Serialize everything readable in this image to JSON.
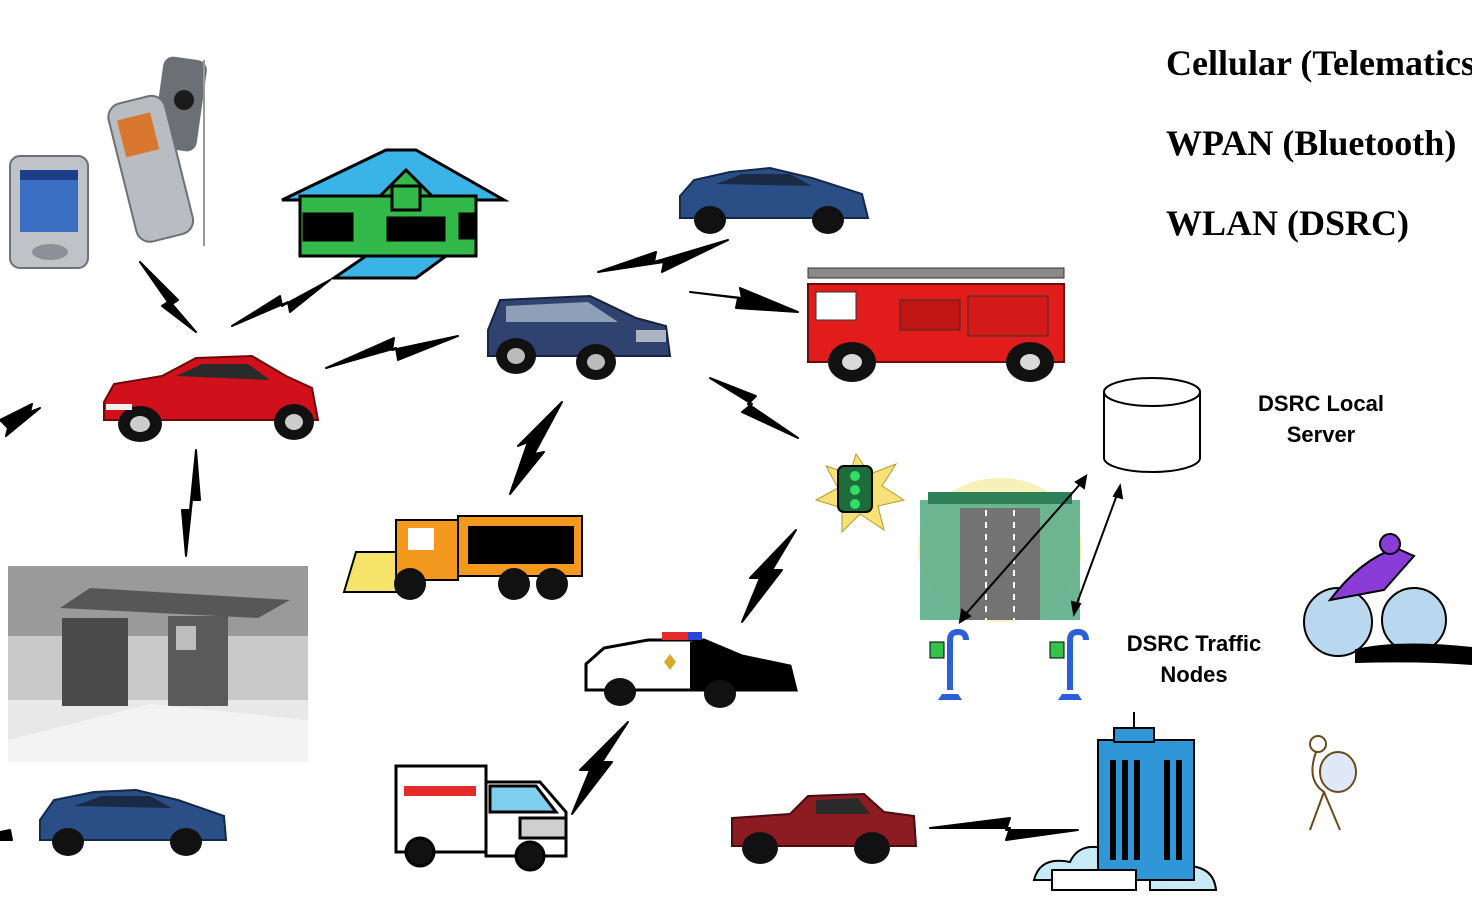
{
  "legend": {
    "items": [
      "Cellular (Telematics)",
      "WPAN (Bluetooth)",
      "WLAN (DSRC)"
    ]
  },
  "labels": {
    "local_server": [
      "DSRC Local",
      "Server"
    ],
    "traffic_nodes": [
      "DSRC Traffic",
      "Nodes"
    ]
  },
  "colors": {
    "wireless_link": "#000000",
    "red_car": "#d0101a",
    "blue_car": "#2a4f86",
    "house": "#33b94a",
    "roof": "#3ab3e6",
    "fire_truck": "#e21b1b",
    "plow_truck": "#f39a1e",
    "node_pole": "#2b5fd9",
    "node_light": "#33c24a",
    "building": "#2f97d6",
    "pickup": "#8c1c22"
  }
}
